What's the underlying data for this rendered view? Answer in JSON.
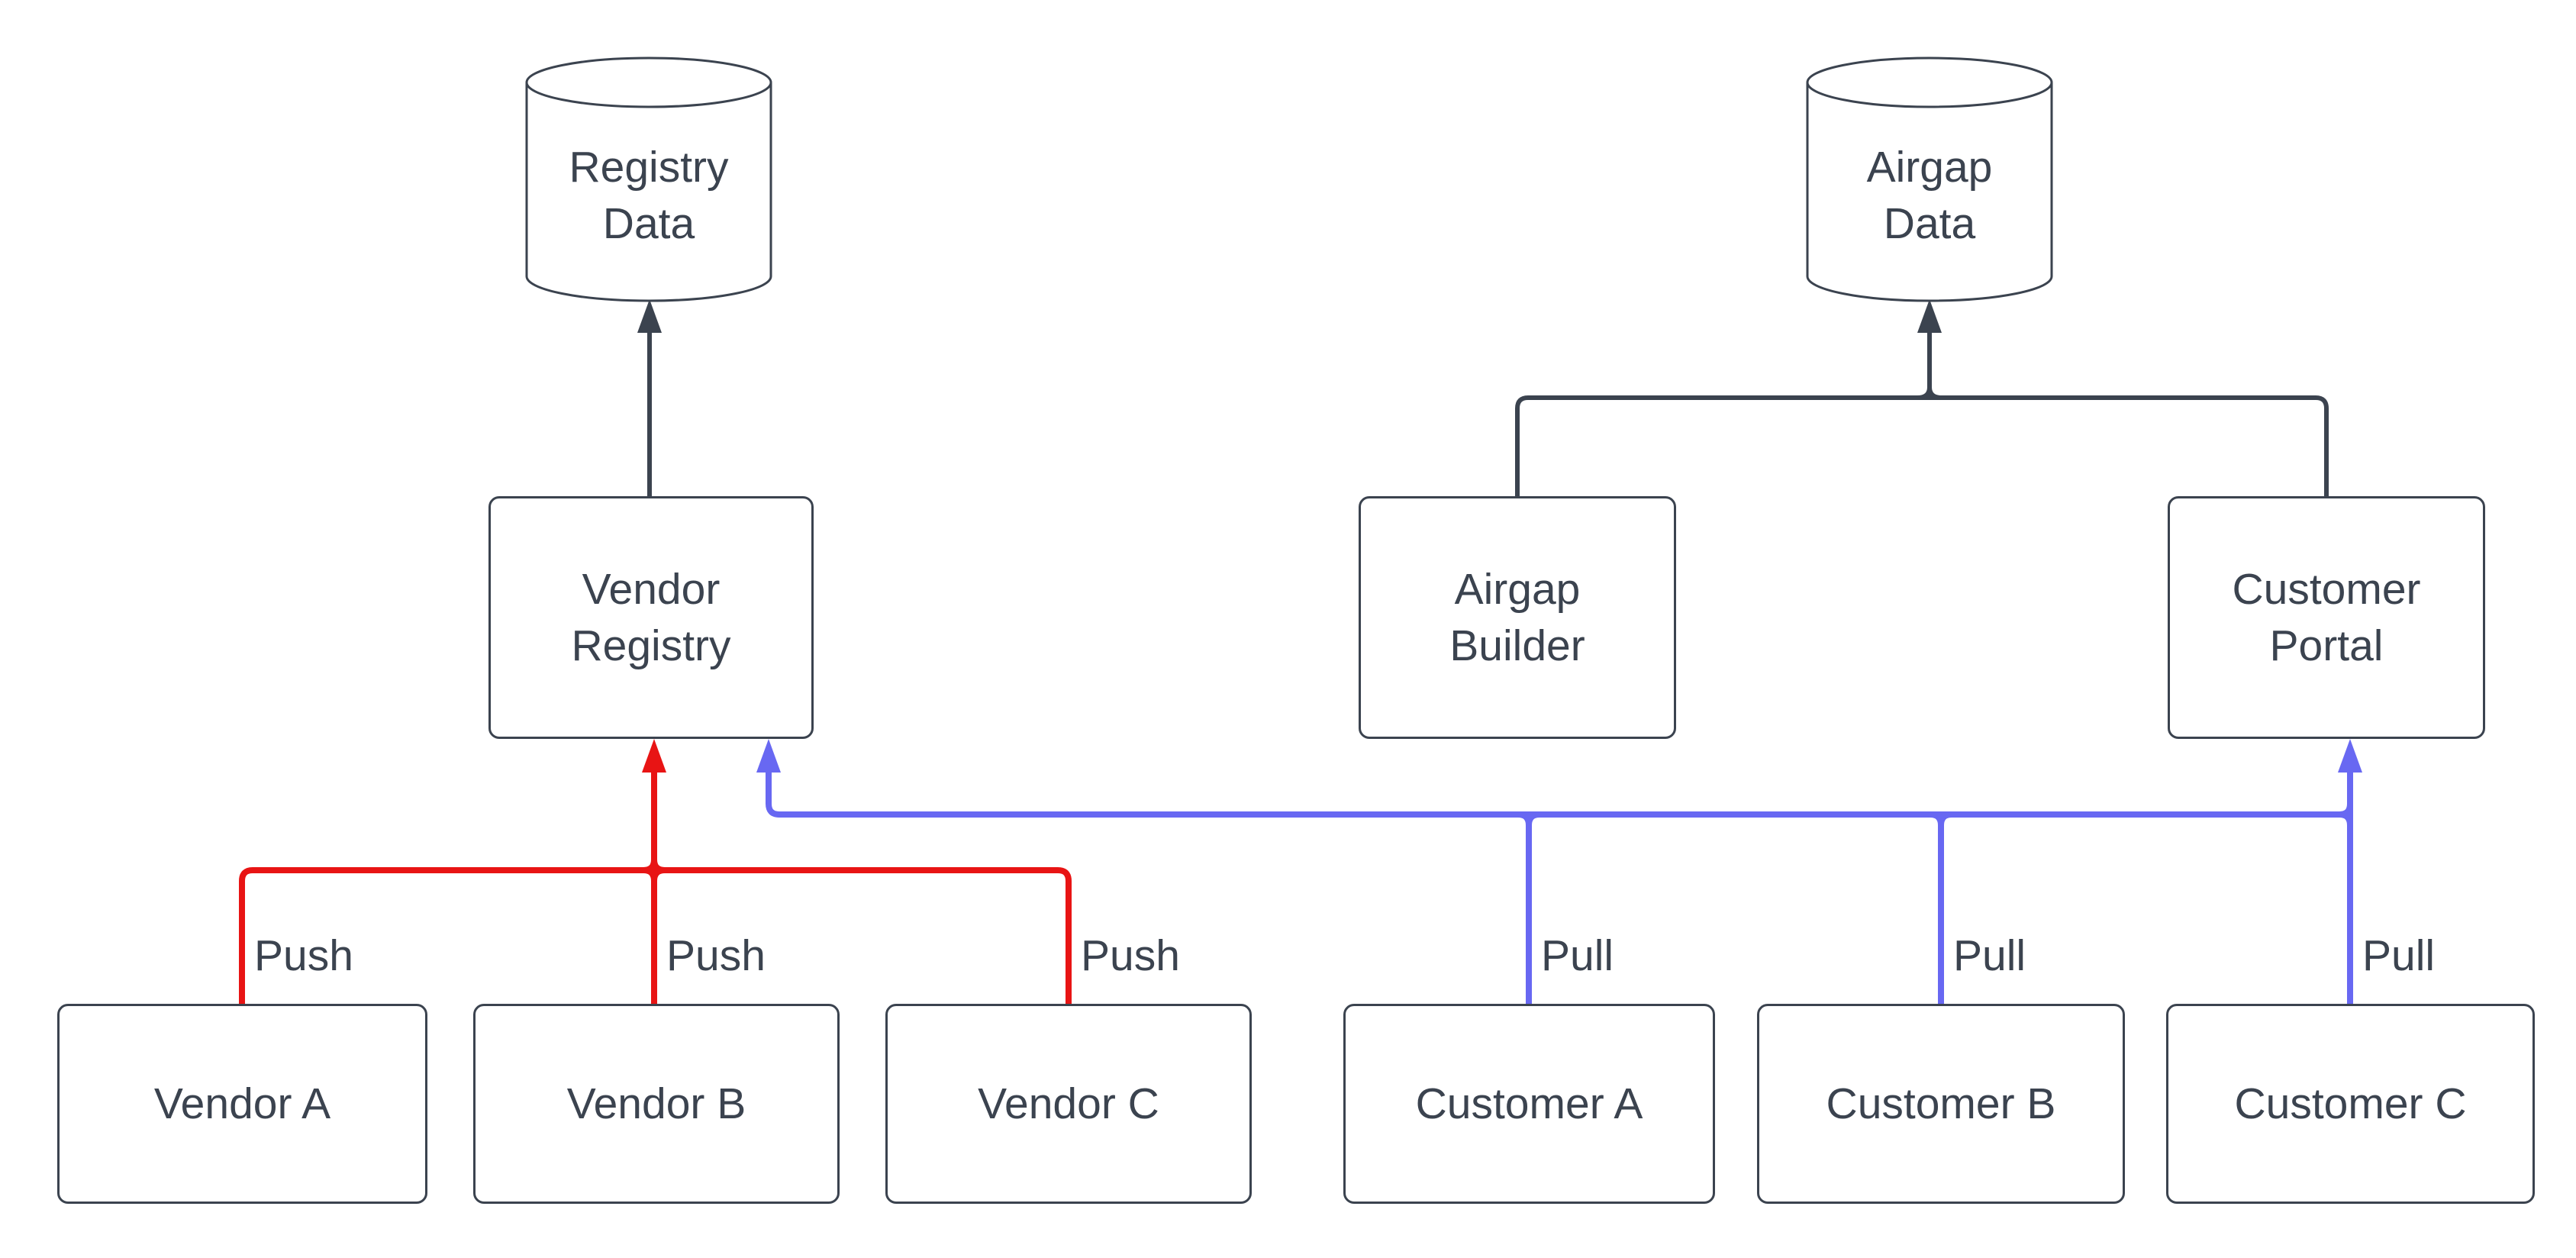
{
  "colors": {
    "background": "#ffffff",
    "node_fill": "#ffffff",
    "node_stroke": "#3b434f",
    "text": "#3b434f",
    "edge_dark": "#3b434f",
    "edge_push": "#e81414",
    "edge_pull": "#6868f2"
  },
  "nodes": {
    "registry_data": {
      "label": "Registry\nData",
      "shape": "cylinder"
    },
    "airgap_data": {
      "label": "Airgap\nData",
      "shape": "cylinder"
    },
    "vendor_registry": {
      "label": "Vendor\nRegistry",
      "shape": "rect"
    },
    "airgap_builder": {
      "label": "Airgap\nBuilder",
      "shape": "rect"
    },
    "customer_portal": {
      "label": "Customer\nPortal",
      "shape": "rect"
    },
    "vendor_a": {
      "label": "Vendor A",
      "shape": "rect"
    },
    "vendor_b": {
      "label": "Vendor B",
      "shape": "rect"
    },
    "vendor_c": {
      "label": "Vendor C",
      "shape": "rect"
    },
    "customer_a": {
      "label": "Customer A",
      "shape": "rect"
    },
    "customer_b": {
      "label": "Customer B",
      "shape": "rect"
    },
    "customer_c": {
      "label": "Customer C",
      "shape": "rect"
    }
  },
  "edges": {
    "dark": [
      {
        "from": "Vendor Registry",
        "to": "Registry Data"
      },
      {
        "from": "Airgap Builder",
        "to": "Airgap Data"
      },
      {
        "from": "Customer Portal",
        "to": "Airgap Data"
      }
    ],
    "push": {
      "sources": [
        "Vendor A",
        "Vendor B",
        "Vendor C"
      ],
      "target": "Vendor Registry",
      "labels": [
        "Push",
        "Push",
        "Push"
      ]
    },
    "pull": {
      "sources": [
        "Customer A",
        "Customer B",
        "Customer C"
      ],
      "targets": [
        "Vendor Registry",
        "Customer Portal"
      ],
      "labels": [
        "Pull",
        "Pull",
        "Pull"
      ]
    }
  }
}
